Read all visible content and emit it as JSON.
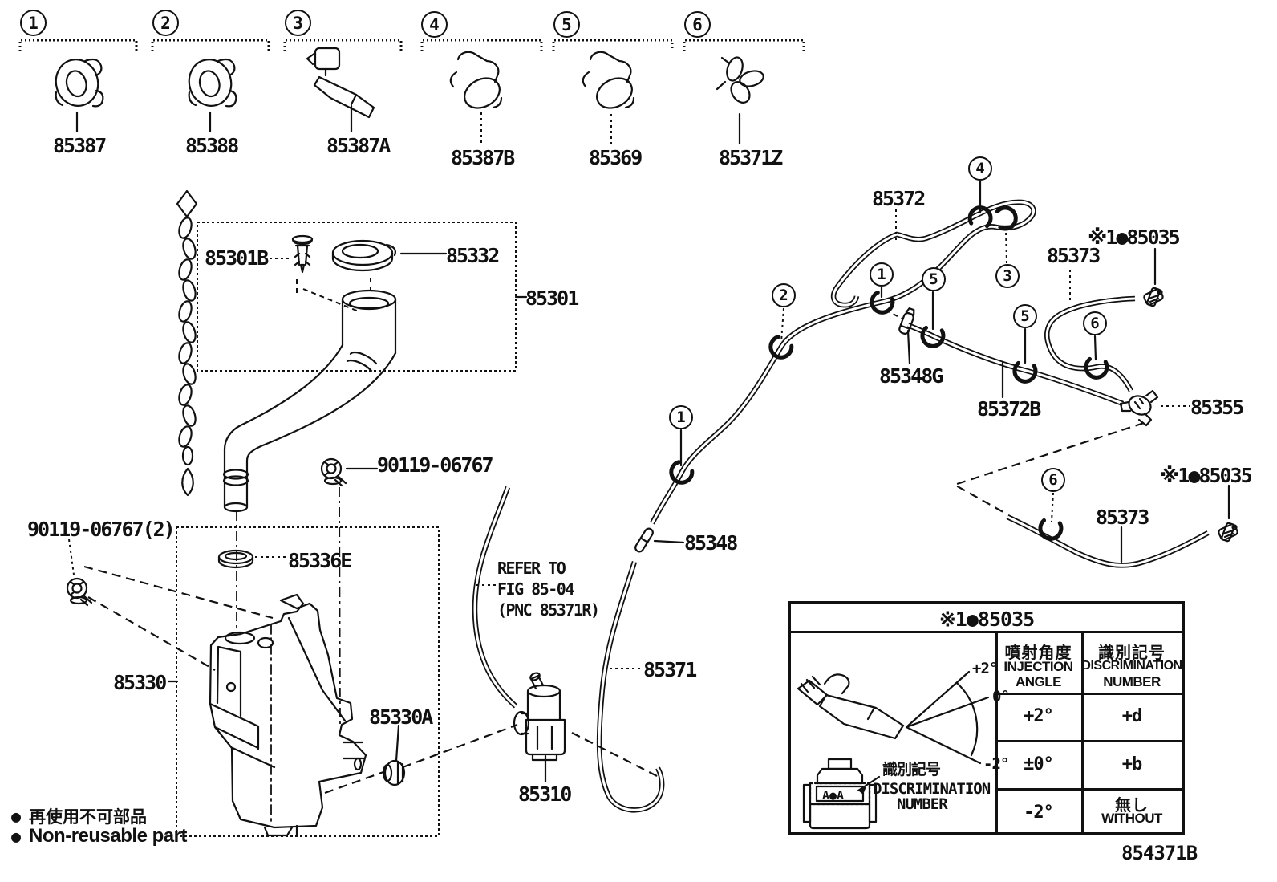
{
  "page": {
    "bg": "#ffffff",
    "ink": "#111111",
    "footer_code": "854371B"
  },
  "clip_row": {
    "items": [
      {
        "num": "1",
        "part": "85387"
      },
      {
        "num": "2",
        "part": "85388"
      },
      {
        "num": "3",
        "part": "85387A"
      },
      {
        "num": "4",
        "part": "85387B"
      },
      {
        "num": "5",
        "part": "85369"
      },
      {
        "num": "6",
        "part": "85371Z"
      }
    ]
  },
  "parts": {
    "p85301B": "85301B",
    "p85332": "85332",
    "p85301": "85301",
    "p90119": "90119-06767",
    "p90119x2": "90119-06767(2)",
    "p85336E": "85336E",
    "p85330": "85330",
    "p85330A": "85330A",
    "p85310": "85310",
    "p85348": "85348",
    "p85371": "85371",
    "p85372": "85372",
    "p85348G": "85348G",
    "p85372B": "85372B",
    "p85373_upper": "85373",
    "p85373_lower": "85373",
    "p85035_upper": "※1●85035",
    "p85035_lower": "※1●85035",
    "p85355": "85355"
  },
  "note": {
    "line1": "REFER TO",
    "line2": "FIG 85-04",
    "line3": "(PNC 85371R)"
  },
  "callouts": {
    "c1": "1",
    "c2": "2",
    "c3": "3",
    "c4": "4",
    "c5": "5",
    "c6": "6"
  },
  "legend": {
    "bullet": "●",
    "jp": "再使用不可部品",
    "en": "Non-reusable part"
  },
  "table": {
    "title": "※1●85035",
    "angle_header_jp": "噴射角度",
    "angle_header_en1": "INJECTION",
    "angle_header_en2": "ANGLE",
    "disc_header_jp": "識別記号",
    "disc_header_en1": "DISCRIMINATION",
    "disc_header_en2": "NUMBER",
    "rows": [
      {
        "angle": "+2°",
        "disc": "+d"
      },
      {
        "angle": "±0°",
        "disc": "+b"
      },
      {
        "angle": "-2°",
        "disc_jp": "無し",
        "disc": "WITHOUT"
      }
    ],
    "fan_labels": {
      "plus2": "+2°",
      "zero": "0°",
      "minus2": "-2°"
    },
    "inner_jp": "識別記号",
    "inner_en1": "DISCRIMINATION",
    "inner_en2": "NUMBER",
    "container_mark": "A●A"
  }
}
